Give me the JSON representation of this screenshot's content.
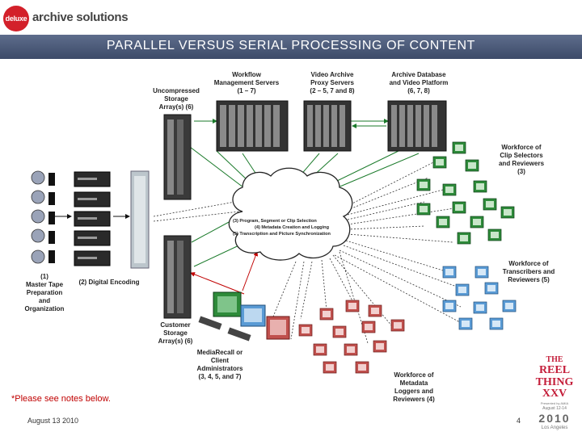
{
  "header": {
    "logo_badge": "deluxe",
    "logo_text": "archive solutions",
    "title": "PARALLEL VERSUS SERIAL PROCESSING OF CONTENT"
  },
  "labels": {
    "workflow": "Workflow\nManagement Servers\n(1 – 7)",
    "video_archive": "Video Archive\nProxy Servers\n(2 – 5, 7 and 8)",
    "archive_db": "Archive Database\nand Video Platform\n(6, 7, 8)",
    "uncompressed": "Uncompressed\nStorage\nArray(s) (6)",
    "clip_selectors": "Workforce of\nClip Selectors\nand Reviewers\n(3)",
    "master_tape": "(1)\nMaster Tape\nPreparation\nand\nOrganization",
    "digital_encoding": "(2) Digital Encoding",
    "transcribers": "Workforce of\nTranscribers and\nReviewers (5)",
    "customer_storage": "Customer\nStorage\nArray(s) (6)",
    "mediarecall": "MediaRecall or\nClient\nAdministrators\n(3, 4, 5, and 7)",
    "metadata": "Workforce of\nMetadata\nLoggers and\nReviewers (4)"
  },
  "cloud_lines": [
    "(3) Program, Segment or Clip Selection",
    "(4) Metadata Creation and Logging",
    "(5) Transcription and Picture Synchronization"
  ],
  "footer": {
    "note": "*Please see notes below.",
    "date": "August 13 2010",
    "page": "4"
  },
  "event_logo": {
    "line1": "THE",
    "line2": "REEL",
    "line3": "THING",
    "line4": "XXV",
    "presented": "Presented by AMIA",
    "dates": "August 12-14",
    "year": "2010",
    "city": "Los Angeles"
  },
  "colors": {
    "title_bar": "#4a5878",
    "deluxe_red": "#d3202a",
    "note_red": "#c00000",
    "green_workstations": "#2e8b3a",
    "blue_workstations": "#5a9bd5",
    "red_workstations": "#c0504d"
  }
}
